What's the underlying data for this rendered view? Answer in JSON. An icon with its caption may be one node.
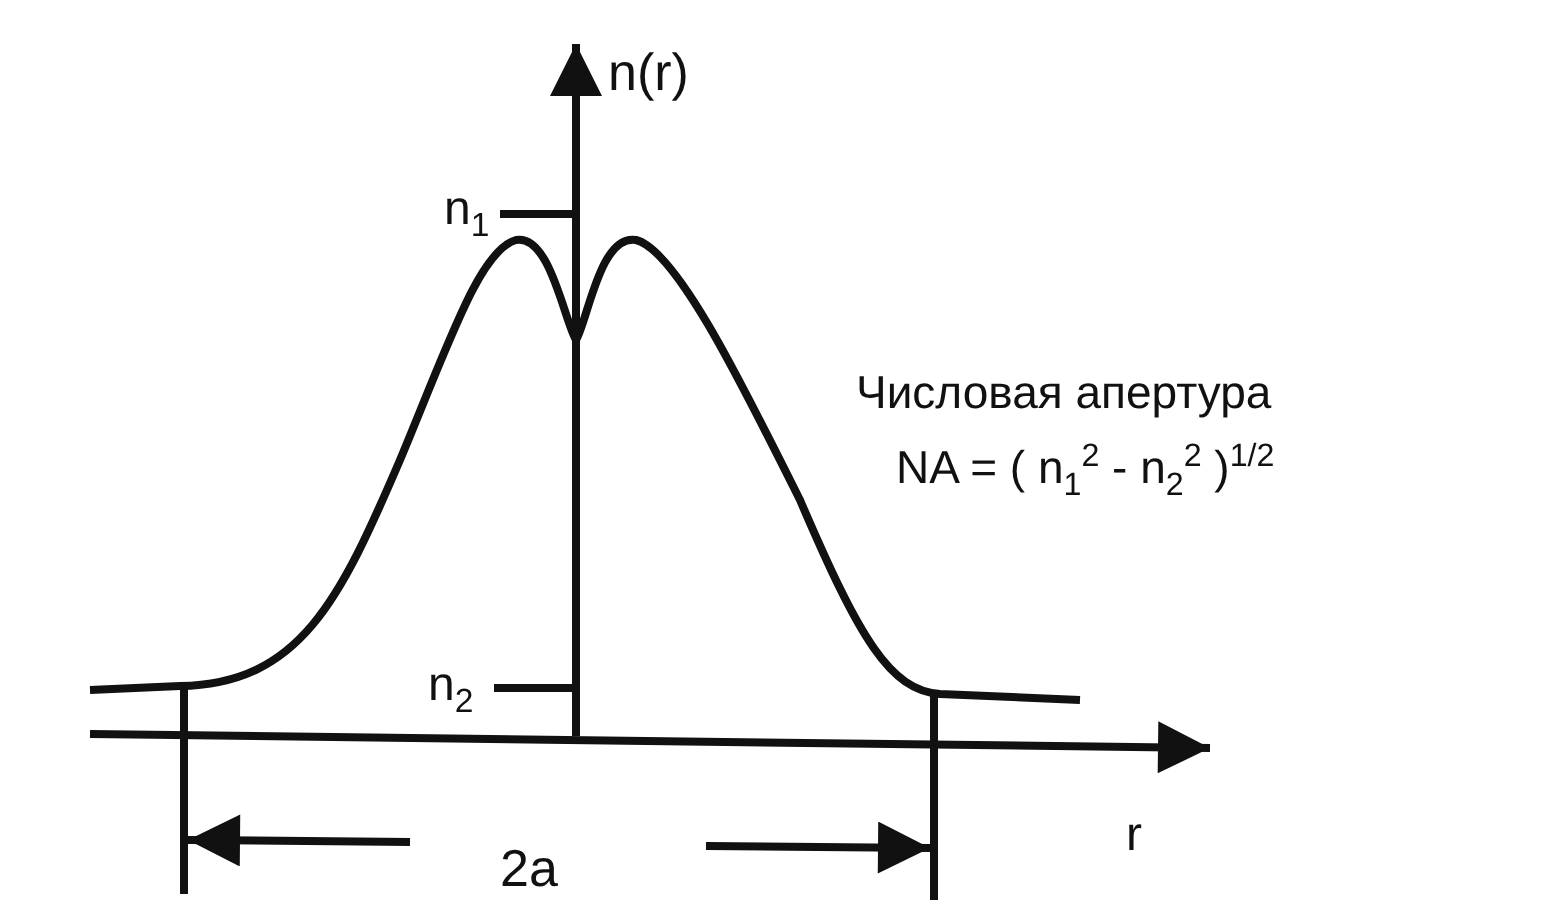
{
  "diagram": {
    "labels": [
      "n(r)",
      "n$_{1}$",
      "n$_{2}$",
      "Числовая апертура",
      "NA = (  n$_{1}$$^{2}$  -  n$_{2}$$^{2}$ )$^{1/2}$",
      "r",
      "2a"
    ]
  }
}
